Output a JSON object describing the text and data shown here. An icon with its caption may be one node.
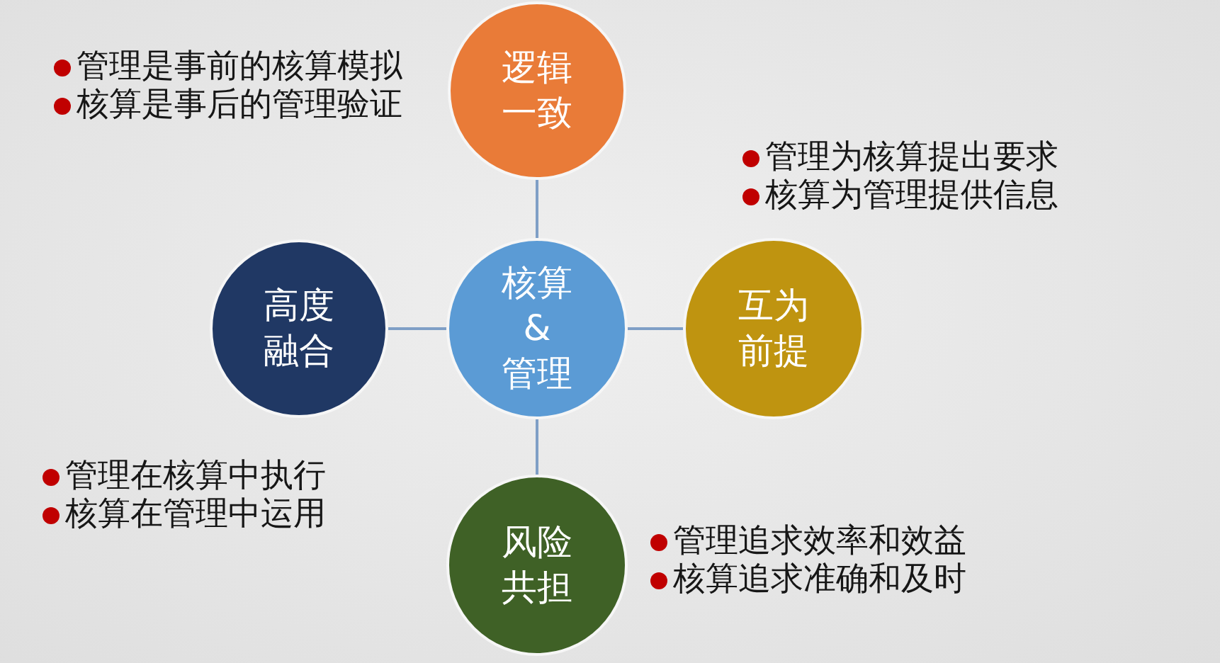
{
  "diagram": {
    "nodes": [
      {
        "text": [
          "逻辑一致"
        ],
        "beside": [
          "管理是事前的核算模拟",
          "核算是事后的管理验证"
        ]
      },
      {
        "text": [
          "高度融合"
        ],
        "beside": [
          "管理在核算中执行",
          "核算在管理中运用"
        ]
      },
      {
        "text": [
          "核算&管理"
        ]
      },
      {
        "text": [
          "互为前提"
        ],
        "beside": [
          "管理为核算提出要求",
          "核算为管理提供信息"
        ]
      },
      {
        "text": [
          "风险共担"
        ],
        "beside": [
          "管理追求效率和效益",
          "核算追求准确和及时"
        ]
      }
    ],
    "edges": [
      {
        "from": 2,
        "to": 0,
        "arrow": "none"
      },
      {
        "from": 2,
        "to": 1,
        "arrow": "none"
      },
      {
        "from": 2,
        "to": 3,
        "arrow": "none"
      },
      {
        "from": 2,
        "to": 4,
        "arrow": "none"
      }
    ]
  }
}
